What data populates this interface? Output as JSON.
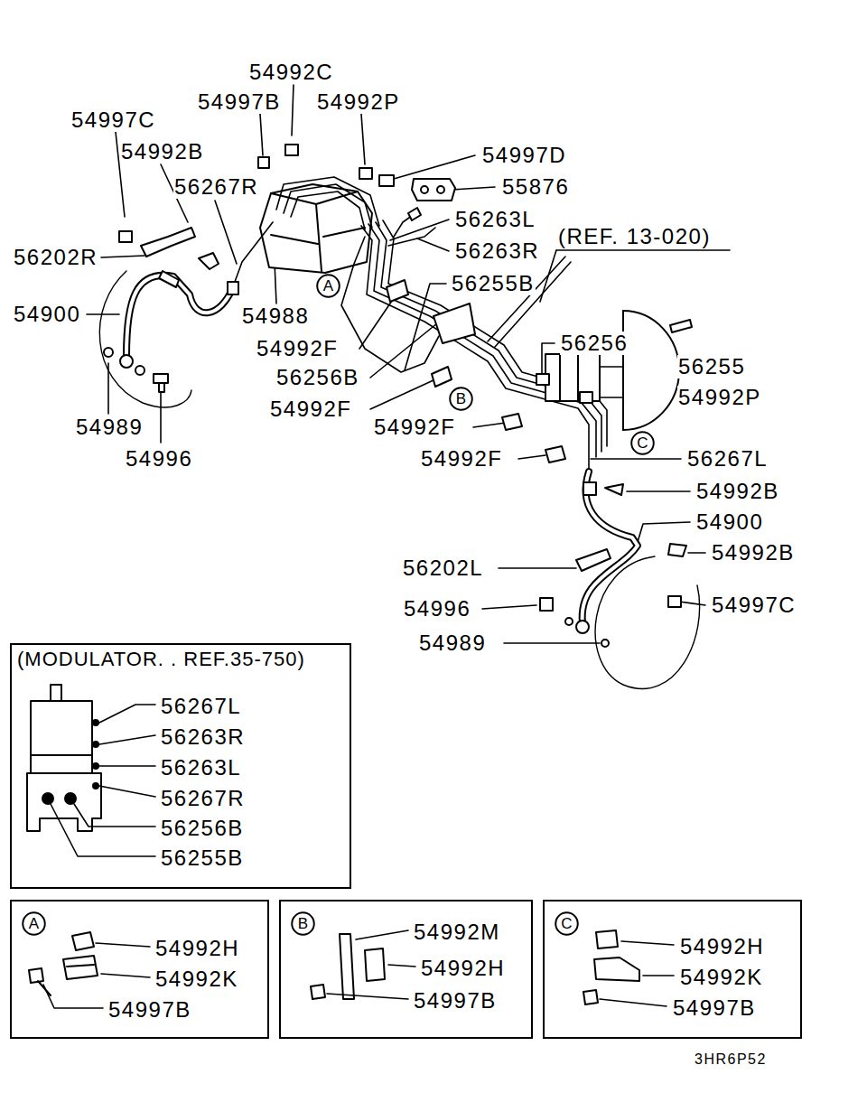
{
  "diagram": {
    "nodes": [
      {
        "text": [
          "A"
        ]
      },
      {
        "text": [
          "B"
        ]
      },
      {
        "text": [
          "C"
        ]
      },
      {
        "text": [
          "(MODULATOR. . REF.35-750)",
          "56267L",
          "56263R",
          "56263L",
          "56267R",
          "56256B",
          "56255B"
        ]
      },
      {
        "text": [
          "54992H",
          "54992K",
          "54997B"
        ]
      },
      {
        "text": [
          "A"
        ],
        "in": 4
      },
      {
        "text": [
          "54992M",
          "54992H",
          "54997B"
        ]
      },
      {
        "text": [
          "B"
        ],
        "in": 6
      },
      {
        "text": [
          "54992H",
          "54992K",
          "54997B"
        ]
      },
      {
        "text": [
          "C"
        ],
        "in": 8
      }
    ],
    "labels": [
      "54992C",
      "54997B",
      "54992P",
      "54997C",
      "54992B",
      "54997D",
      "56267R",
      "55876",
      "56263L",
      "56202R",
      "56263R",
      "(REF. 13-020)",
      "56255B",
      "54900",
      "54988",
      "54992F",
      "56256",
      "56256B",
      "56255",
      "54992P",
      "54992F",
      "54992F",
      "54989",
      "54996",
      "54992F",
      "56267L",
      "54992B",
      "54900",
      "56202L",
      "54992B",
      "54996",
      "54997C",
      "54989",
      "3HR6P52"
    ]
  }
}
